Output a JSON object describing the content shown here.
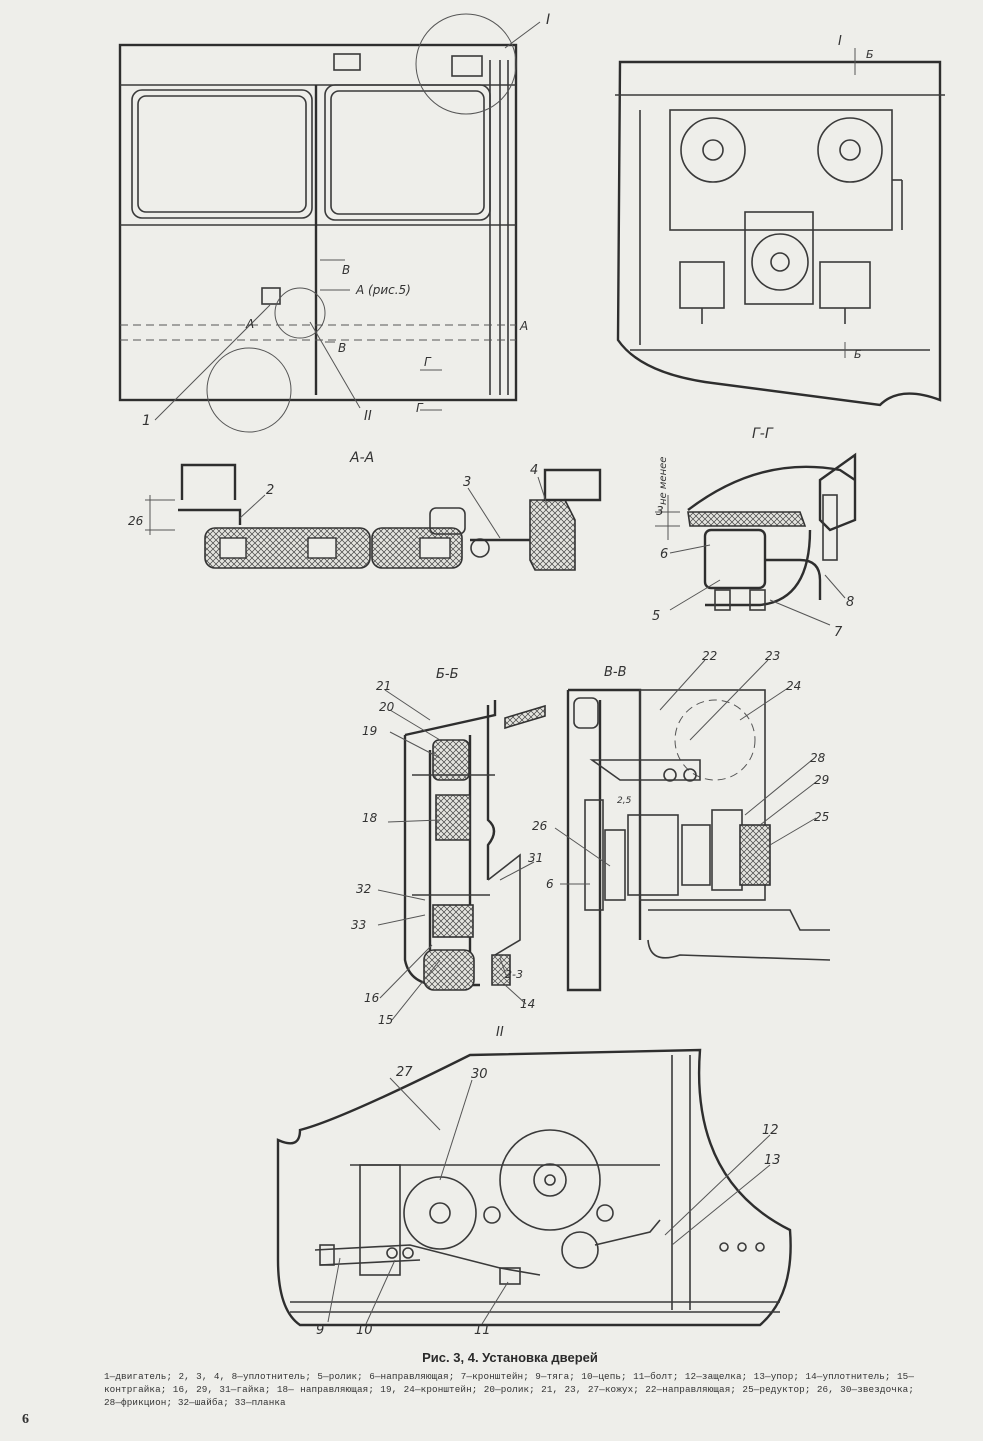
{
  "caption": "Рис. 3, 4. Установка дверей",
  "legend": "1—двигатель; 2, 3, 4, 8—уплотнитель; 5—ролик; 6—направляющая; 7—кронштейн; 9—тяга; 10—цепь; 11—болт; 12—защелка; 13—упор; 14—уплотнитель; 15—контргайка; 16, 29, 31—гайка; 18— направляющая; 19, 24—кронштейн; 20—ролик; 21, 23, 27—кожух; 22—направляющая; 25—редуктор; 26, 30—звездочка; 28—фрикцион; 32—шайба; 33—планка",
  "page_number": "6",
  "views": {
    "door_view": {
      "callouts": [
        "1",
        "II",
        "I"
      ],
      "section_marks": [
        "A",
        "A",
        "B",
        "B",
        "Г",
        "Г"
      ],
      "note": "A (рис.5)"
    },
    "detail_I": {
      "title": "I",
      "marks": [
        "Б",
        "Б"
      ]
    },
    "section_AA": {
      "title": "А-А",
      "dimension": "26",
      "callouts": [
        "2",
        "3",
        "4"
      ]
    },
    "section_GG": {
      "title": "Г-Г",
      "dimension": "3",
      "dimension_note": "не менее",
      "callouts": [
        "6",
        "5",
        "8",
        "7"
      ]
    },
    "section_BB": {
      "title": "Б-Б",
      "callouts": [
        "21",
        "20",
        "19",
        "18",
        "32",
        "33",
        "16",
        "15",
        "31",
        "2-3",
        "14"
      ]
    },
    "section_VV": {
      "title": "В-В",
      "callouts": [
        "22",
        "23",
        "24",
        "28",
        "29",
        "25",
        "26",
        "6",
        "2,5"
      ]
    },
    "detail_II": {
      "title": "II",
      "callouts": [
        "27",
        "30",
        "12",
        "13",
        "9",
        "10",
        "11"
      ]
    }
  }
}
